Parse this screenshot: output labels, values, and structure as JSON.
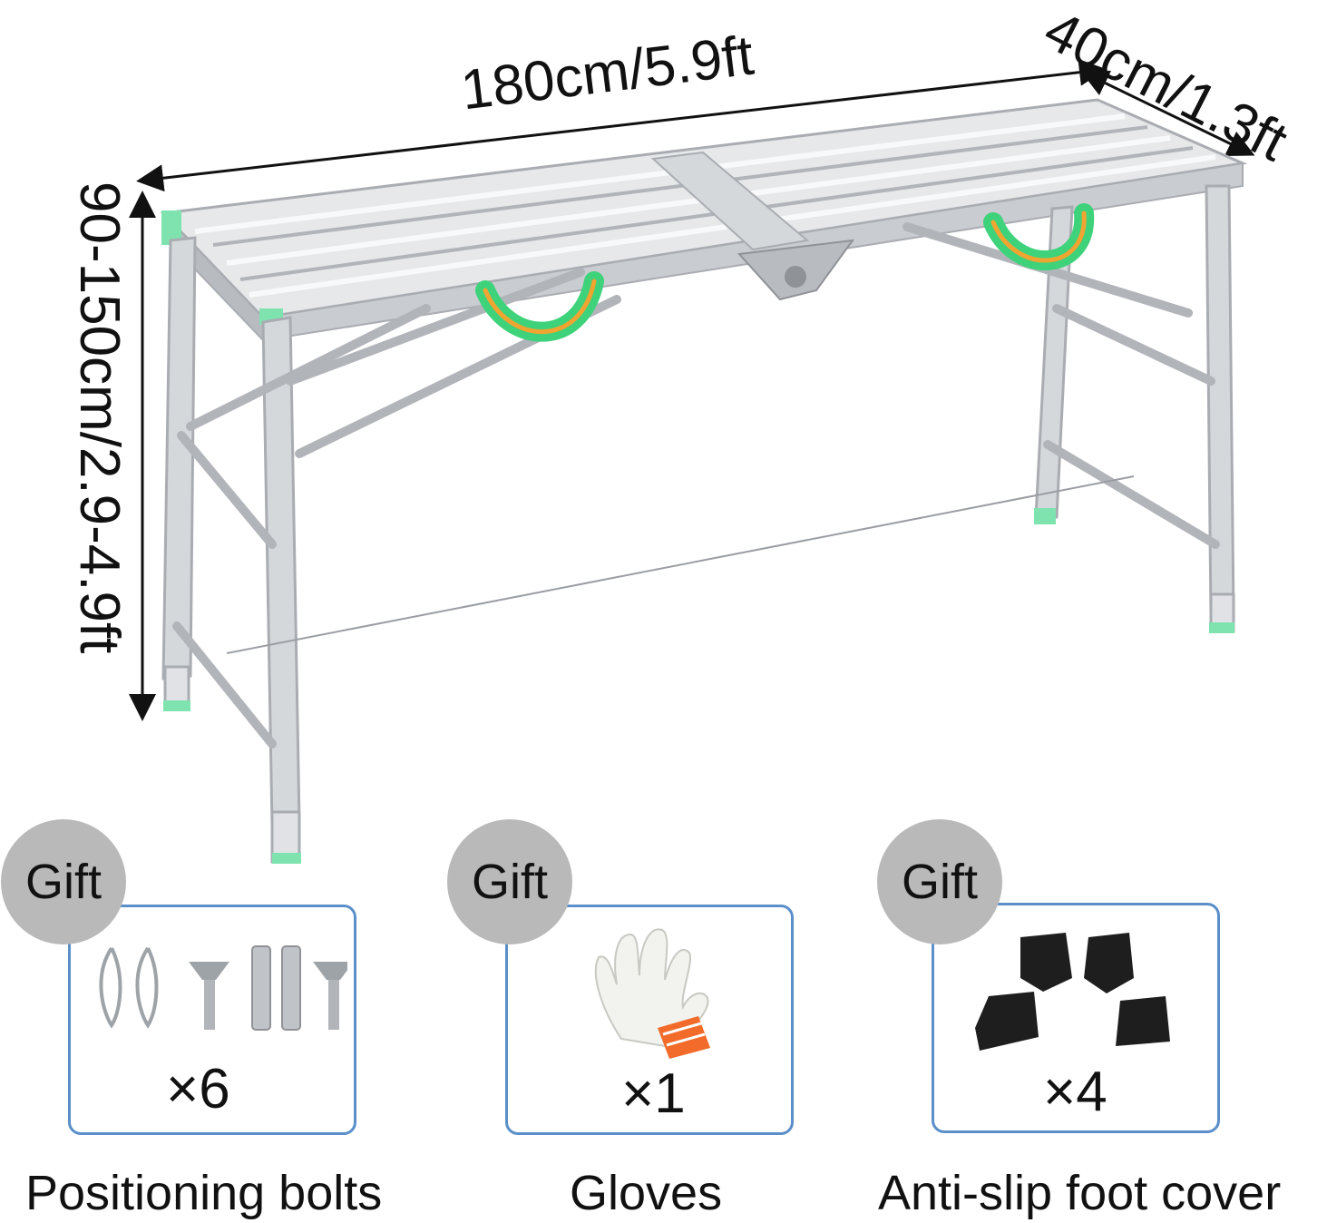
{
  "dimensions": {
    "length": "180cm/5.9ft",
    "width": "40cm/1.3ft",
    "height": "90-150cm/2.9-4.9ft"
  },
  "gifts": [
    {
      "badge": "Gift",
      "quantity": "×6",
      "caption": "Positioning bolts"
    },
    {
      "badge": "Gift",
      "quantity": "×1",
      "caption": "Gloves"
    },
    {
      "badge": "Gift",
      "quantity": "×4",
      "caption": "Anti-slip foot cover"
    }
  ],
  "colors": {
    "frame": "#c9ccd0",
    "frame_dark": "#8f9398",
    "strap_green": "#3ed27a",
    "strap_orange": "#f0a531",
    "box_border": "#5b8fc9",
    "badge": "#b9b9b9",
    "foot_cover": "#1e1e1e",
    "glove_cuff": "#f26b2a"
  }
}
